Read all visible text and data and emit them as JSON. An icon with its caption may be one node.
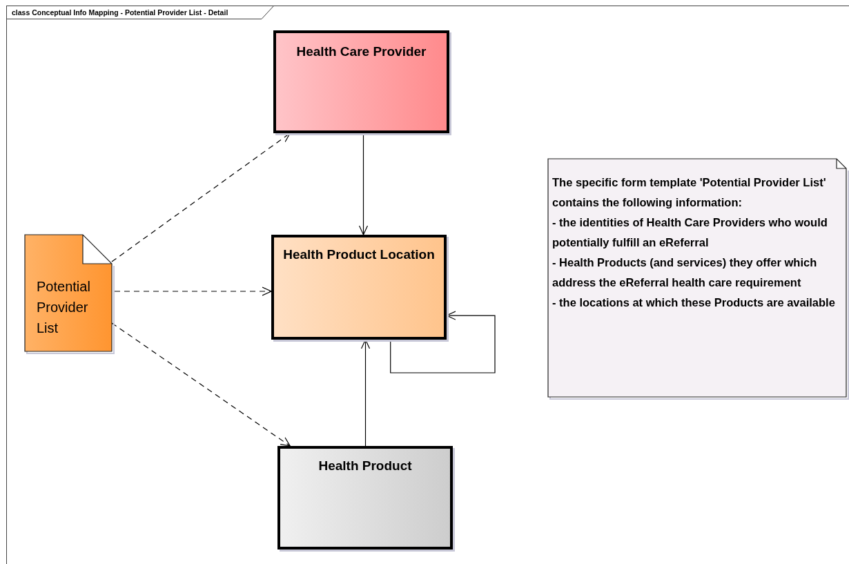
{
  "diagram": {
    "title": "class Conceptual Info Mapping - Potential Provider List - Detail",
    "nodes": [
      {
        "text": [
          "Health Care Provider"
        ]
      },
      {
        "text": [
          "Potential Provider List"
        ]
      },
      {
        "text": [
          "Health Product Location"
        ]
      },
      {
        "text": [
          "The specific form template 'Potential Provider List' contains the following information:",
          "- the identities of Health Care Providers who would potentially fulfill an eReferral",
          "- Health Products (and services) they offer which address the eReferral health care requirement",
          "- the locations at which these Products are available"
        ]
      },
      {
        "text": [
          "Health Product"
        ]
      }
    ],
    "edges": [
      {
        "from": 1,
        "to": 0,
        "arrow": "to",
        "style": "dashed"
      },
      {
        "from": 1,
        "to": 2,
        "arrow": "to",
        "style": "dashed"
      },
      {
        "from": 1,
        "to": 4,
        "arrow": "to",
        "style": "dashed"
      },
      {
        "from": 0,
        "to": 2,
        "arrow": "to"
      },
      {
        "from": 4,
        "to": 2,
        "arrow": "to"
      },
      {
        "from": 2,
        "to": 2,
        "arrow": "to"
      }
    ]
  }
}
